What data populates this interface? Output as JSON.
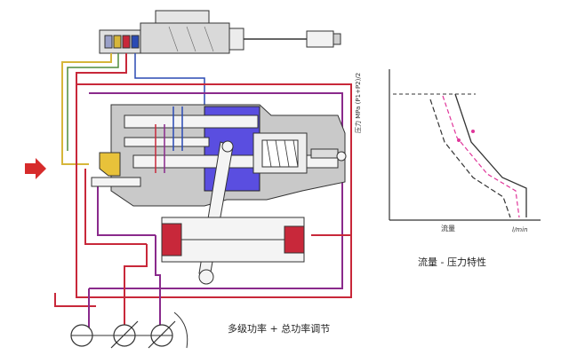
{
  "caption_main": "多级功率 + 总功率调节",
  "caption_chart": "流量 - 压力特性",
  "chart": {
    "xlabel": "流量",
    "xunit": "l/min",
    "ylabel": "压力 MPa (P1+P2)/2"
  },
  "colors": {
    "line_red": "#c8283a",
    "line_purple": "#8a2a8c",
    "line_blue": "#2a4ab4",
    "line_yellow": "#d6b63a",
    "line_green": "#4f8c3c",
    "body_grey": "#c9c9c9",
    "chamber_blue": "#5a4ee0",
    "spool_white": "#f4f4f4",
    "arrow_red": "#d62b2b",
    "knob_yellow": "#e8c23a",
    "curve_pink": "#e0359a"
  }
}
